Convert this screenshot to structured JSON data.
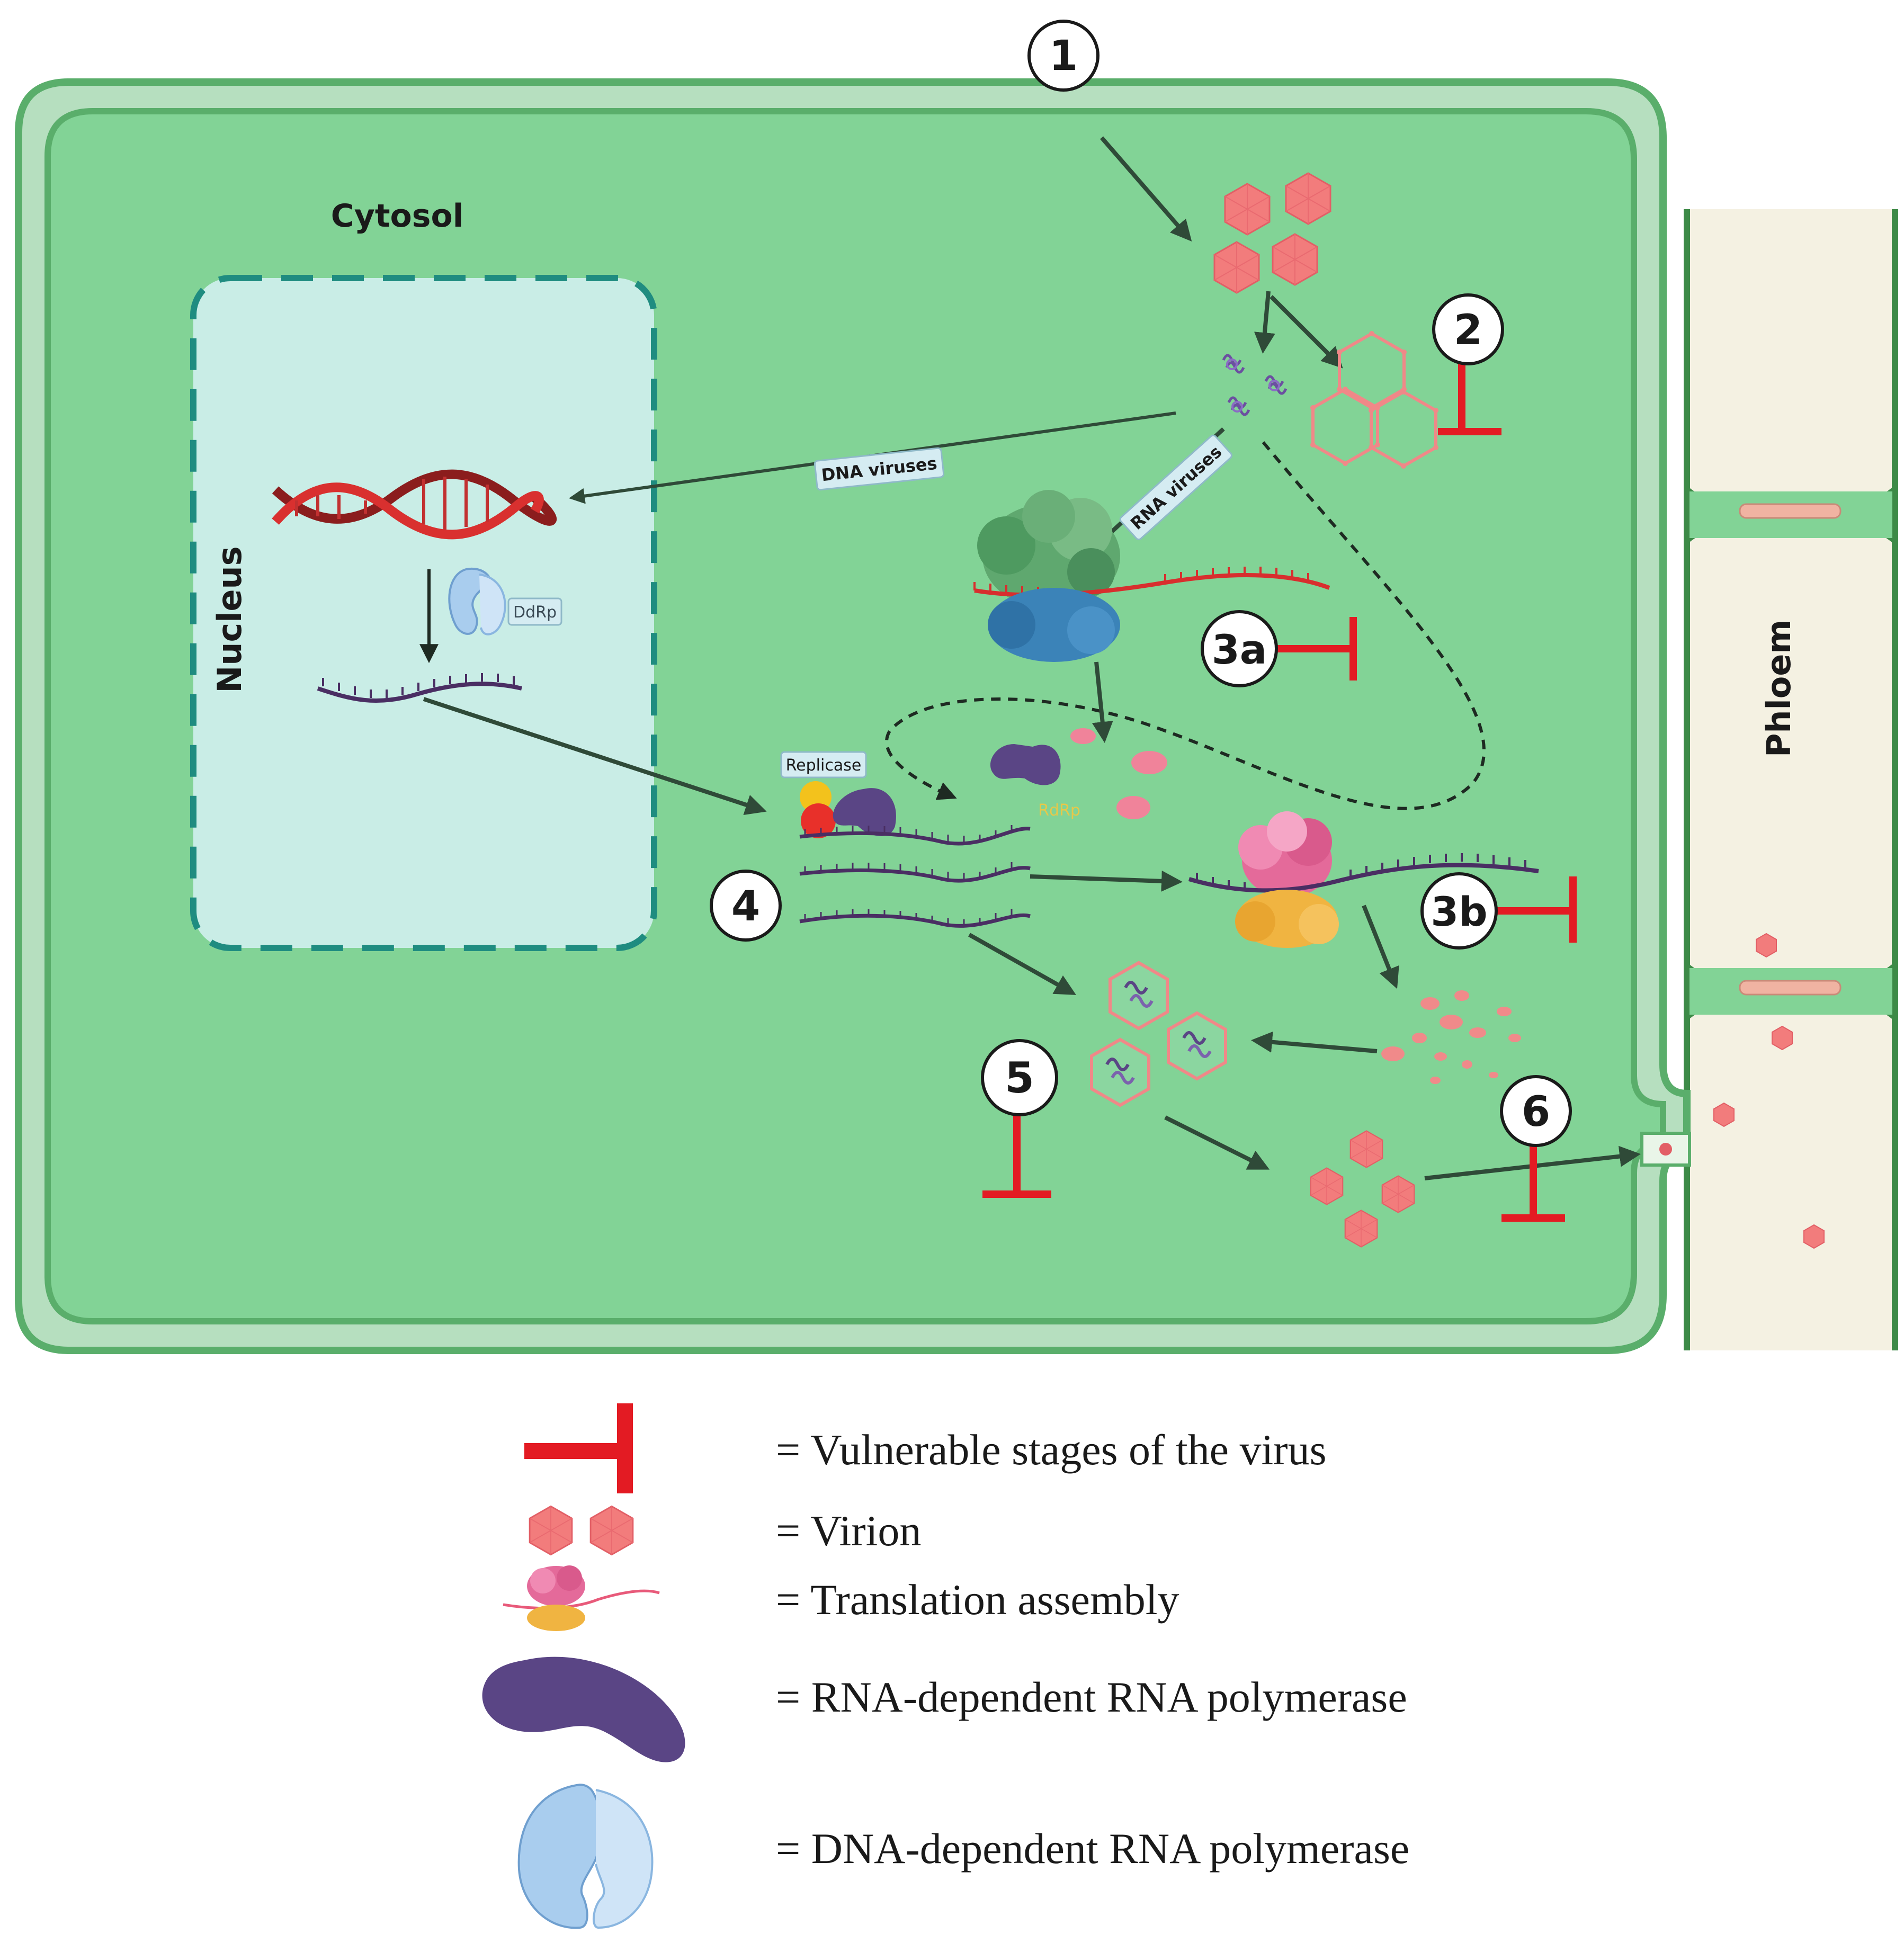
{
  "labels": {
    "cytosol": "Cytosol",
    "nucleus": "Nucleus",
    "phloem": "Phloem",
    "dna_viruses": "DNA viruses",
    "rna_viruses": "RNA viruses",
    "ddrp": "DdRp",
    "replicase": "Replicase",
    "rdrp": "RdRp"
  },
  "steps": {
    "s1": "1",
    "s2": "2",
    "s3a": "3a",
    "s3b": "3b",
    "s4": "4",
    "s5": "5",
    "s6": "6"
  },
  "legend": {
    "vulnerable": "= Vulnerable stages of the virus",
    "virion": "= Virion",
    "translation": "= Translation assembly",
    "rdrp": "= RNA-dependent RNA polymerase",
    "ddrp": "= DNA-dependent RNA polymerase"
  },
  "colors": {
    "cell_fill": "#82d396",
    "cell_wall": "#5aae6b",
    "cell_wall_light": "#b6dfbf",
    "nucleus_fill": "#c9ede6",
    "nucleus_border": "#1f8c80",
    "phloem_fill": "#f4f1e2",
    "virion": "#f27c7c",
    "inhibitor": "#e31b23",
    "rdrp": "#5a4585",
    "arrow": "#2f4a38"
  }
}
